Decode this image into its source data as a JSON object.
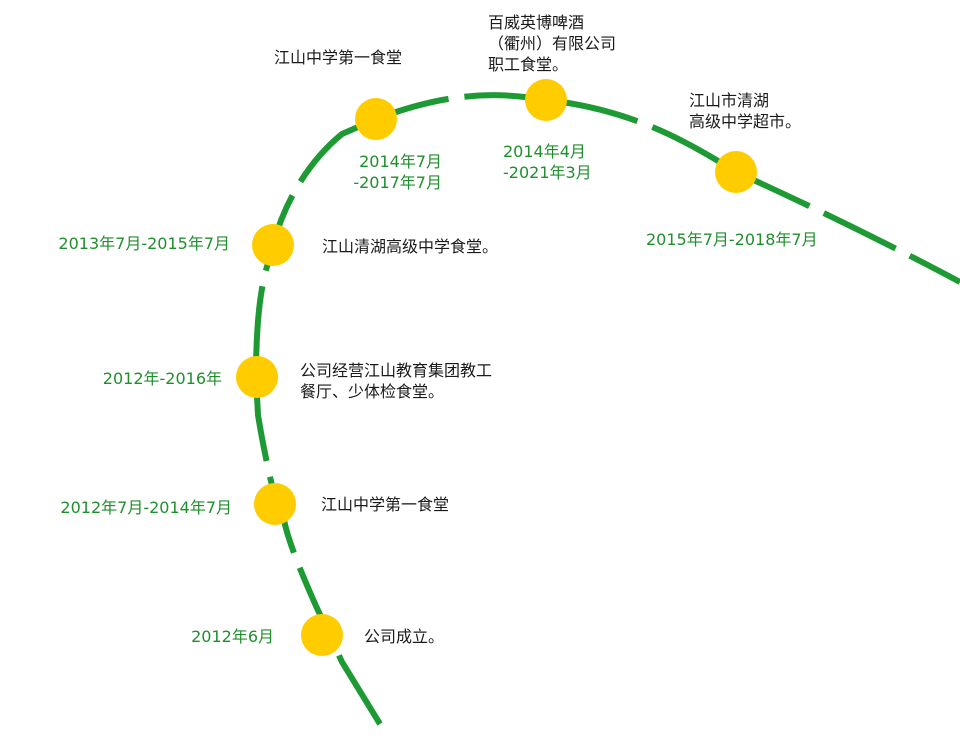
{
  "colors": {
    "line": "#1e9a35",
    "node": "#ffcc00",
    "date_text": "#1f8f2d",
    "desc_text": "#1a1a1a"
  },
  "milestones": [
    {
      "date": "2012年6月",
      "text": "公司成立。"
    },
    {
      "date": "2012年7月-2014年7月",
      "text": "江山中学第一食堂"
    },
    {
      "date": "2012年-2016年",
      "text": "公司经营江山教育集团教工\n餐厅、少体检食堂。"
    },
    {
      "date": "2013年7月-2015年7月",
      "text": "江山清湖高级中学食堂。"
    },
    {
      "date": "2014年7月\n-2017年7月",
      "text": "江山中学第一食堂"
    },
    {
      "date": "2014年4月\n-2021年3月",
      "text": "百威英博啤酒\n（衢州）有限公司\n职工食堂。"
    },
    {
      "date": "2015年7月-2018年7月",
      "text": "江山市清湖\n高级中学超市。"
    }
  ]
}
